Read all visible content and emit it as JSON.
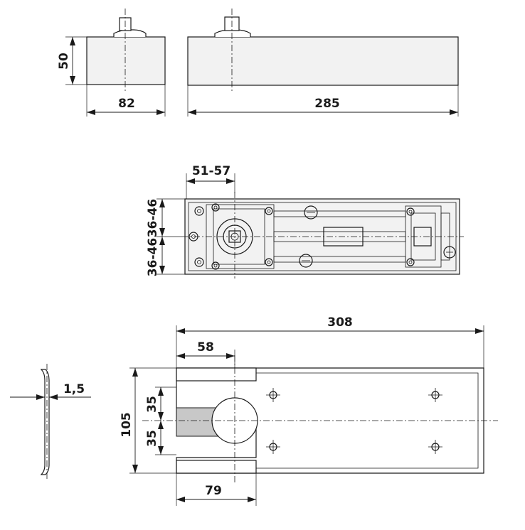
{
  "dimensions": {
    "side_height": "50",
    "side_width": "82",
    "front_length": "285",
    "axis_offset": "51-57",
    "upper_offset": "36-46",
    "lower_offset": "36-46",
    "plate_length": "308",
    "slot_depth": "58",
    "plate_height": "105",
    "half_upper": "35",
    "half_lower": "35",
    "pivot_distance": "79",
    "thickness": "1,5"
  },
  "colors": {
    "line": "#1a1a1a",
    "body_fill": "#f2f2f2",
    "shaded_slot": "#c8c8c8"
  }
}
